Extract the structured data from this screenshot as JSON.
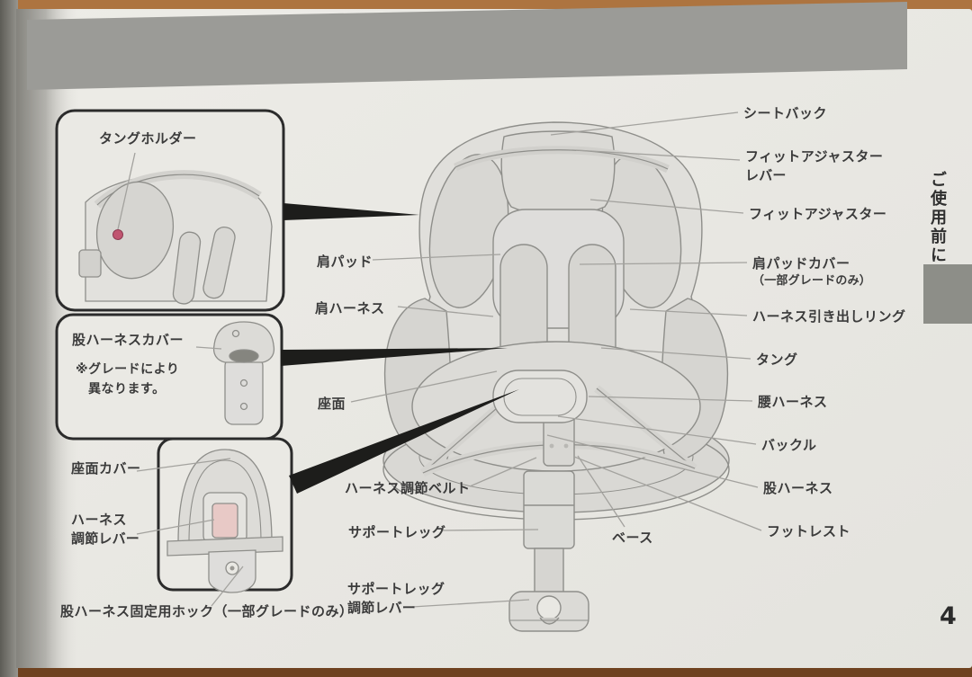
{
  "page": {
    "number": "4",
    "side_tab_label": "ご使用前に"
  },
  "colors": {
    "header_band": "#9b9b97",
    "side_tab": "#8d8e88",
    "page_background": "#e9e8e3",
    "wood_table": "#ad7440",
    "tongue_holder_dot": "#c05570",
    "lever_pink": "#e8c9c6"
  },
  "insets": {
    "tongue_holder": {
      "title": "タングホルダー"
    },
    "crotch_harness_cover": {
      "title": "股ハーネスカバー",
      "note_line1": "※グレードにより",
      "note_line2": "異なります。"
    },
    "seat_base_front": {
      "seat_cover": "座面カバー",
      "harness_lever_line1": "ハーネス",
      "harness_lever_line2": "調節レバー",
      "hook_label": "股ハーネス固定用ホック（一部グレードのみ）"
    }
  },
  "labels": {
    "right": [
      {
        "text": "シートバック"
      },
      {
        "text": "フィットアジャスター",
        "text2": "レバー"
      },
      {
        "text": "フィットアジャスター"
      },
      {
        "text": "肩パッドカバー",
        "text2": "（一部グレードのみ）"
      },
      {
        "text": "ハーネス引き出しリング"
      },
      {
        "text": "タング"
      },
      {
        "text": "腰ハーネス"
      },
      {
        "text": "バックル"
      },
      {
        "text": "股ハーネス"
      },
      {
        "text": "フットレスト"
      }
    ],
    "left": [
      {
        "text": "肩パッド"
      },
      {
        "text": "肩ハーネス"
      },
      {
        "text": "座面"
      },
      {
        "text": "ハーネス調節ベルト"
      },
      {
        "text": "サポートレッグ"
      },
      {
        "text": "サポートレッグ",
        "text2": "調節レバー"
      }
    ],
    "base": "ベース"
  }
}
